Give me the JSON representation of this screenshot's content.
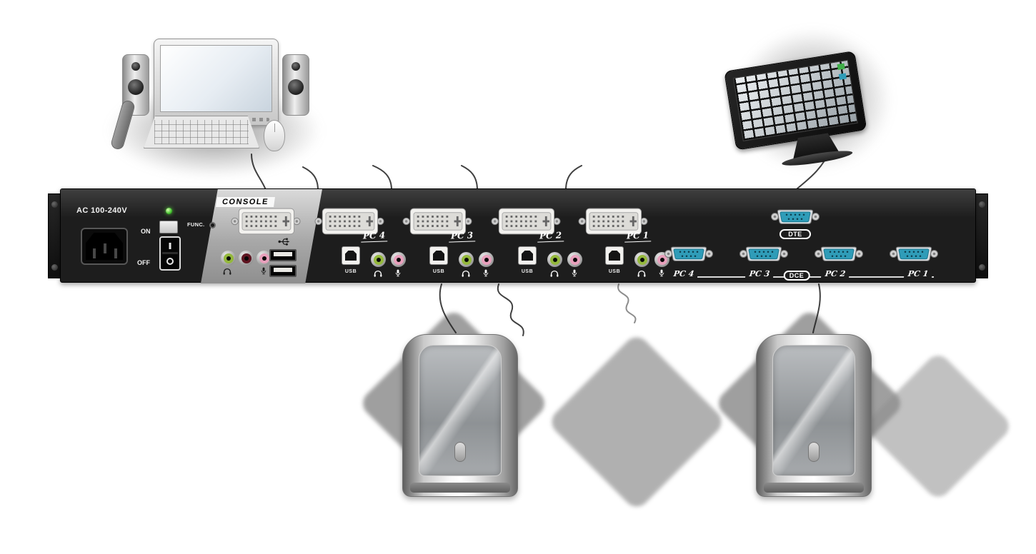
{
  "panel": {
    "power": {
      "ac_label": "AC 100-240V",
      "on_label": "ON",
      "off_label": "OFF"
    },
    "console": {
      "label": "CONSOLE",
      "func_label": "FUNC."
    },
    "pc_ports": [
      {
        "label": "PC 4",
        "usb_label": "USB"
      },
      {
        "label": "PC 3",
        "usb_label": "USB"
      },
      {
        "label": "PC 2",
        "usb_label": "USB"
      },
      {
        "label": "PC 1",
        "usb_label": "USB"
      }
    ],
    "serial": {
      "dte_label": "DTE",
      "dce_label": "DCE",
      "port_labels": [
        "PC 4",
        "PC 3",
        "PC 2",
        "PC 1"
      ]
    }
  },
  "icons": {
    "headphone": "headphone-icon",
    "microphone": "microphone-icon",
    "usb": "usb-trident-icon",
    "power_led": "power-led"
  },
  "colors": {
    "panel_black": "#1d1d1d",
    "console_band_gray": "#b5b5b5",
    "serial_port_blue": "#2f9cb8",
    "audio_green": "#94b83c",
    "audio_pink": "#e8a0bc",
    "audio_maroon": "#5e1420",
    "led_green": "#43c32e",
    "dvi_shell_white": "#f2f1ee"
  }
}
